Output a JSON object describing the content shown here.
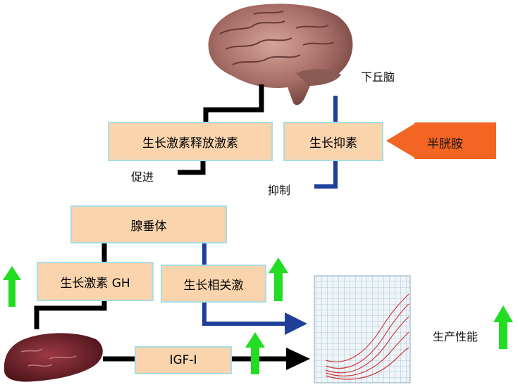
{
  "labels": {
    "hypothalamus": "下丘脑",
    "ghrh": "生长激素释放激素",
    "somatostatin": "生长抑素",
    "cysteamine": "半胱胺",
    "promote": "促进",
    "inhibit": "抑制",
    "pituitary": "腺垂体",
    "gh": "生长激素 GH",
    "related_hormones": "生长相关激",
    "igf": "IGF-I",
    "performance": "生产性能"
  },
  "colors": {
    "box_fill": "#f9d4ad",
    "box_border": "#a8dde6",
    "promote_line": "#000000",
    "inhibit_line": "#1f3f99",
    "cysteamine_fill": "#f26522",
    "up_arrow": "#22dd22",
    "chart_grid": "#7aa4b8",
    "chart_curve": "#d33a3a"
  },
  "icons": {
    "brain": "brain-image",
    "liver": "liver-image",
    "chart": "growth-chart-image"
  }
}
